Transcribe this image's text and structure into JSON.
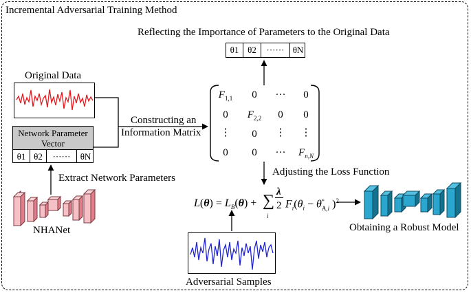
{
  "frame_title": "Incremental Adversarial Training Method",
  "reflect_label": "Reflecting the Importance of Parameters to the Original Data",
  "theta_top": {
    "t1": "θ1",
    "t2": "θ2",
    "dots": "······",
    "tn": "θN"
  },
  "original_data_label": "Original Data",
  "network_param": {
    "title": "Network Parameter Vector",
    "t1": "θ1",
    "t2": "θ2",
    "dots": "······",
    "tn": "θN"
  },
  "constructing_label": {
    "line1": "Constructing an",
    "line2": "Information Matrix"
  },
  "matrix": {
    "r1": [
      "F1,1",
      "0",
      "···",
      "0"
    ],
    "r2": [
      "0",
      "F2,2",
      "0",
      "0"
    ],
    "r3": [
      "⋮",
      "0",
      "⋮",
      "⋮"
    ],
    "r4": [
      "0",
      "0",
      "···",
      "Fn,N"
    ]
  },
  "extract_label": "Extract Network Parameters",
  "nhanet_label": "NHANet",
  "adjusting_label": "Adjusting the Loss Function",
  "formula_text": "L(θ) = LB(θ) + Σi (λ/2) Fi (θi − θ*A,i)²",
  "robust_label": "Obtaining  a Robust Model",
  "adversarial_label": "Adversarial Samples",
  "colors": {
    "original_signal": "#e8151b",
    "adversarial_signal": "#1f23d4",
    "nhanet": "#f0a0a8",
    "robust": "#1e8fb4"
  }
}
